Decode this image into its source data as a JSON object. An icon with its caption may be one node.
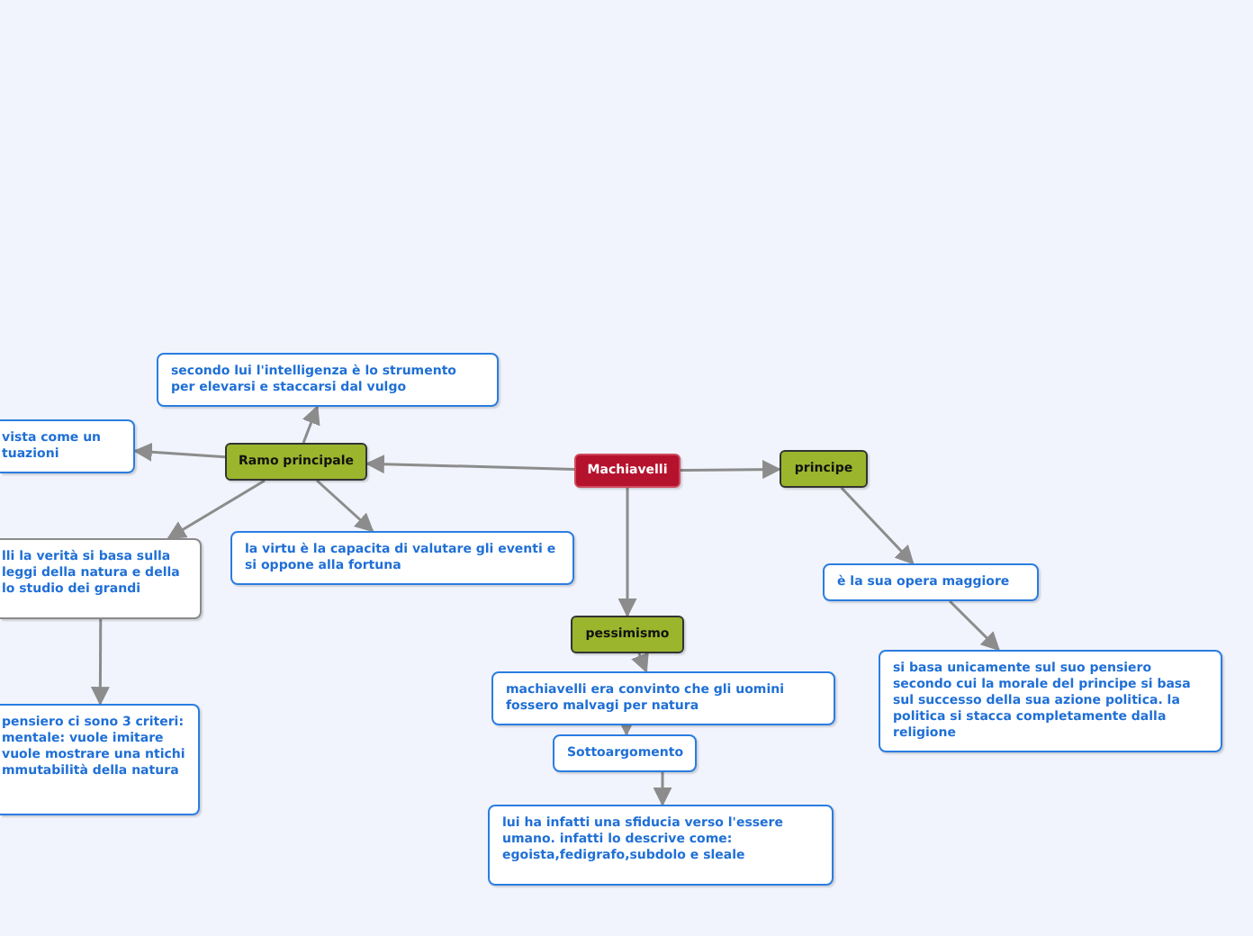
{
  "diagram": {
    "nodes": [
      {
        "text": [
          "Machiavelli"
        ]
      },
      {
        "text": [
          "Ramo principale"
        ]
      },
      {
        "text": [
          "secondo lui l'intelligenza è lo strumento per elevarsi e staccarsi dal vulgo"
        ]
      },
      {
        "text": [
          "vista come un tuazioni"
        ]
      },
      {
        "text": [
          "lli la verità si basa sulla leggi della natura e della lo studio dei grandi"
        ]
      },
      {
        "text": [
          "pensiero ci sono 3 criteri: mentale: vuole imitare vuole mostrare una ntichi mmutabilità della natura"
        ]
      },
      {
        "text": [
          "la virtu è la capacita di valutare gli eventi e si oppone alla fortuna"
        ]
      },
      {
        "text": [
          "pessimismo"
        ]
      },
      {
        "text": [
          "machiavelli era convinto che gli uomini fossero malvagi per natura"
        ]
      },
      {
        "text": [
          "Sottoargomento"
        ]
      },
      {
        "text": [
          "lui ha infatti una sfiducia verso l'essere umano. infatti lo descrive come: egoista,fedigrafo,subdolo e sleale"
        ]
      },
      {
        "text": [
          "principe"
        ]
      },
      {
        "text": [
          "è la sua opera maggiore"
        ]
      },
      {
        "text": [
          "si basa unicamente sul suo pensiero secondo cui la morale del principe si basa sul successo della sua azione politica. la politica si stacca completamente dalla religione"
        ]
      }
    ],
    "edges": [
      {
        "from": 0,
        "to": 1,
        "arrow": "to"
      },
      {
        "from": 1,
        "to": 2,
        "arrow": "to"
      },
      {
        "from": 1,
        "to": 3,
        "arrow": "to"
      },
      {
        "from": 1,
        "to": 4,
        "arrow": "to"
      },
      {
        "from": 1,
        "to": 6,
        "arrow": "to"
      },
      {
        "from": 4,
        "to": 5,
        "arrow": "to"
      },
      {
        "from": 0,
        "to": 7,
        "arrow": "to"
      },
      {
        "from": 0,
        "to": 11,
        "arrow": "to"
      },
      {
        "from": 7,
        "to": 8,
        "arrow": "to"
      },
      {
        "from": 8,
        "to": 9,
        "arrow": "to"
      },
      {
        "from": 9,
        "to": 10,
        "arrow": "to"
      },
      {
        "from": 11,
        "to": 12,
        "arrow": "to"
      },
      {
        "from": 12,
        "to": 13,
        "arrow": "to"
      }
    ]
  }
}
